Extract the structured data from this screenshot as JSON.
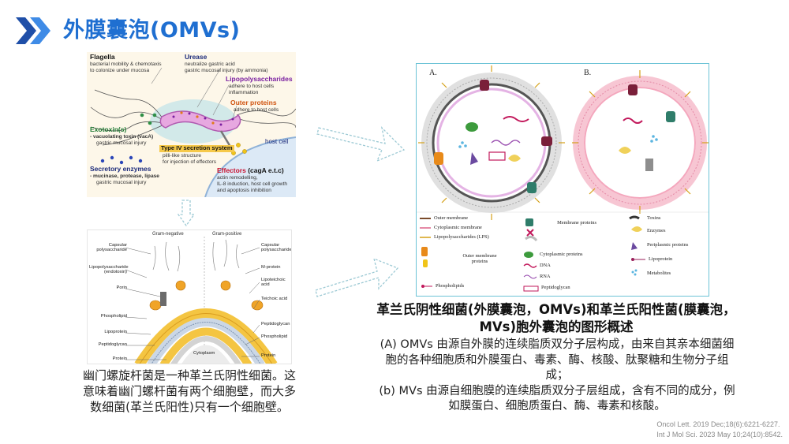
{
  "header": {
    "title": "外膜囊泡(OMVs)"
  },
  "diagram_helicobacter": {
    "flagella": "Flagella",
    "flagella_desc_1": "bacterial mobility & chemotaxis",
    "flagella_desc_2": "to colonize under mucosa",
    "urease": "Urease",
    "urease_desc_1": "neutralize gastric acid",
    "urease_desc_2": "gastric mucosal injury (by ammonia)",
    "lps": "Lipopolysaccharides",
    "lps_desc_1": "adhere to host cells",
    "lps_desc_2": "inflammation",
    "outer_proteins": "Outer proteins",
    "outer_proteins_desc": "adhere to host cells",
    "exotoxin": "Exotoxin(s)",
    "exotoxin_desc_1": "- vacuolating toxin (vacA)",
    "exotoxin_desc_2": "gastric mucosal injury",
    "type4": "Type IV secretion system",
    "type4_desc_1": "pilli-like structure",
    "type4_desc_2": "for injection of effectors",
    "host_cell": "host cell",
    "secretory": "Secretory enzymes",
    "secretory_desc_1": "- mucinase, protease, lipase",
    "secretory_desc_2": "gastric mucosal injury",
    "effectors": "Effectors",
    "effectors_paren": " (cagA e.t.c)",
    "effectors_desc_1": "actin remodelling,",
    "effectors_desc_2": "IL-8 induction, host cell growth",
    "effectors_desc_3": "and apoptosis inhibition"
  },
  "diagram_gram": {
    "gram_negative": "Gram-negative",
    "gram_positive": "Gram-positive",
    "left_labels": [
      "Capsular polysaccharide",
      "Lipopolysaccharide (endotoxin)",
      "Porin",
      "Phospholipid",
      "Lipoprotein",
      "Peptidoglycan",
      "Protein"
    ],
    "right_labels": [
      "Capsular polysaccharide",
      "M-protein",
      "Lipoteichoic acid",
      "Teichoic acid",
      "Peptidoglycan",
      "Phospholipid",
      "Protein"
    ],
    "cytoplasm": "Cytoplasm"
  },
  "diagram_vesicles": {
    "label_a": "A.",
    "label_b": "B.",
    "legend": {
      "outer_membrane": "Outer membrane",
      "cytoplasmic_membrane": "Cytoplasmic membrane",
      "lps": "Lipopolysaccharides (LPS)",
      "outer_membrane_proteins": "Outer membrane proteins",
      "phospholipids": "Phospholipids",
      "membrane_proteins": "Membrane proteins",
      "cytoplasmic_proteins": "Cytoplasmic proteins",
      "dna": "DNA",
      "rna": "RNA",
      "peptidoglycan": "Peptidoglycan",
      "toxins": "Toxins",
      "enzymes": "Enzymes",
      "periplasmic_proteins": "Periplasmic proteins",
      "lipoprotein": "Lipoprotein",
      "metabolites": "Metabolites"
    }
  },
  "caption_left": "幽门螺旋杆菌是一种革兰氏阴性细菌。这意味着幽门螺杆菌有两个细胞壁，而大多数细菌(革兰氏阳性)只有一个细胞壁。",
  "caption_right": {
    "title": "革兰氏阴性细菌(外膜囊泡，OMVs)和革兰氏阳性菌(膜囊泡，MVs)胞外囊泡的图形概述",
    "para_a": "(A) OMVs 由源自外膜的连续脂质双分子层构成，由来自其亲本细菌细胞的各种细胞质和外膜蛋白、毒素、酶、核酸、肽聚糖和生物分子组成；",
    "para_b": "(b) MVs 由源自细胞膜的连续脂质双分子层组成，含有不同的成分，例如膜蛋白、细胞质蛋白、酶、毒素和核酸。"
  },
  "references": {
    "ref1": "Oncol Lett. 2019 Dec;18(6):6221-6227.",
    "ref2": "Int J Mol Sci. 2023 May 10;24(10):8542."
  },
  "colors": {
    "title_blue": "#1f6fd1",
    "chevron_dark": "#1f4fa8",
    "chevron_light": "#3f8be6",
    "frame_cyan": "#6cc3d6",
    "arrow_dotted": "#9cc9d4"
  }
}
